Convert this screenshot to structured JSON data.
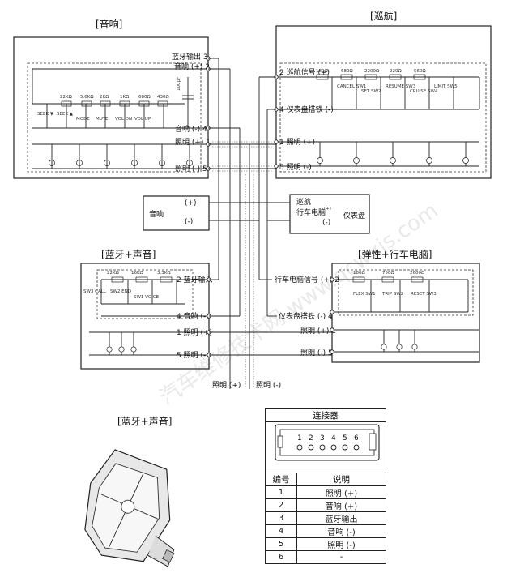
{
  "modules": {
    "audio": {
      "title": "[音响]",
      "pins": {
        "bt_out": "蓝牙输出 3",
        "audio_plus": "音响 (+) 2",
        "audio_minus": "音响 (-) 4",
        "light_plus": "照明 (+) 1",
        "light_minus": "照明 (-) 5"
      },
      "resistors": [
        "22KΩ",
        "5.6KΩ",
        "2KΩ",
        "1KΩ",
        "680Ω",
        "430Ω"
      ],
      "switches": [
        "SEEK ▼",
        "SEEK ▲",
        "MODE",
        "MUTE",
        "VOL DN",
        "VOL UP"
      ],
      "cap": "100µF"
    },
    "cruise": {
      "title": "[巡航]",
      "pins": {
        "signal_plus": "2 巡航信号 (+)",
        "ground": "4 仪表盘搭铁 (-)",
        "light_plus": "1 照明 (+)",
        "light_minus": "5 照明 (-)"
      },
      "resistors": [
        "180Ω",
        "680Ω",
        "2200Ω",
        "220Ω",
        "560Ω"
      ],
      "switches": [
        "CANCEL SW1",
        "SET SW2",
        "RESUME SW3",
        "CRUISE SW4",
        "LIMIT SW5"
      ]
    },
    "speaker": {
      "label": "音响",
      "plus": "(+)",
      "minus": "(-)"
    },
    "cluster": {
      "label": "仪表盘",
      "line1": "巡航",
      "line2": "行车电脑",
      "plus": "(+)",
      "minus": "(-)"
    },
    "bt_sound": {
      "title": "[蓝牙+声音]",
      "pins": {
        "bt_in": "2 蓝牙输入",
        "audio_minus": "4 音响 (-)",
        "light_plus": "1 照明 (+)",
        "light_minus": "5 照明 (-)"
      },
      "resistors": [
        "22KΩ",
        "16KΩ",
        "3.3KΩ"
      ],
      "switches": [
        "SW3 CALL",
        "SW2 END",
        "SW1 VOICE"
      ]
    },
    "flex": {
      "title": "[弹性+行车电脑]",
      "pins": {
        "signal_plus": "行车电脑信号 (+) 2",
        "ground": "仪表盘搭铁 (-) 4",
        "light_plus": "照明 (+) 1",
        "light_minus": "照明 (-) 5"
      },
      "resistors": [
        "180Ω",
        "750Ω",
        "2600Ω"
      ],
      "switches": [
        "FLEX SW1",
        "TRIP SW2",
        "RESET SW3"
      ]
    }
  },
  "bottom_labels": {
    "light_plus": "照明 (+)",
    "light_minus": "照明 (-)"
  },
  "bt_photo_title": "[蓝牙+声音]",
  "connector": {
    "title": "连接器",
    "pin_numbers": [
      "1",
      "2",
      "3",
      "4",
      "5",
      "6"
    ],
    "header_no": "编号",
    "header_desc": "说明",
    "rows": [
      {
        "no": "1",
        "desc": "照明 (+)"
      },
      {
        "no": "2",
        "desc": "音响 (+)"
      },
      {
        "no": "3",
        "desc": "蓝牙输出"
      },
      {
        "no": "4",
        "desc": "音响 (-)"
      },
      {
        "no": "5",
        "desc": "照明 (-)"
      },
      {
        "no": "6",
        "desc": "-"
      }
    ]
  },
  "watermark": "汽车维修技术网 www.qcwxjs.com"
}
